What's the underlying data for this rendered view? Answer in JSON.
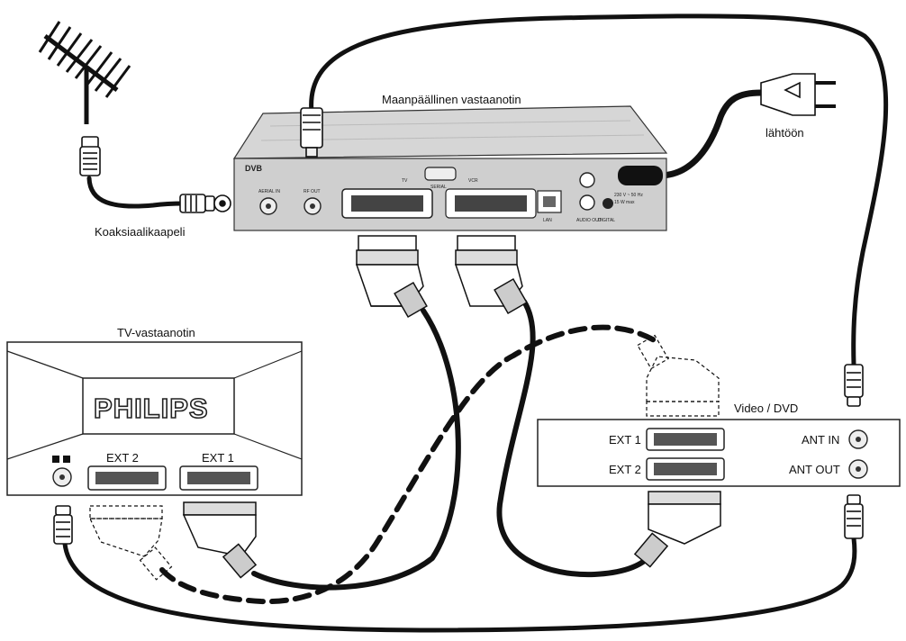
{
  "labels": {
    "receiver_title": "Maanpäällinen vastaanotin",
    "tv_title": "TV-vastaanotin",
    "video_title": "Video / DVD",
    "coax_cable": "Koaksiaalikaapeli",
    "power_outlet": "lähtöön",
    "tv_brand": "PHILIPS",
    "tv_ext1": "EXT 1",
    "tv_ext2": "EXT 2",
    "vcr_ext1": "EXT 1",
    "vcr_ext2": "EXT 2",
    "vcr_ant_in": "ANT IN",
    "vcr_ant_out": "ANT OUT"
  },
  "receiver_panel": {
    "aerial_in": "AERIAL IN",
    "rf_out": "RF OUT",
    "tv": "TV",
    "serial": "SERIAL",
    "vcr": "VCR",
    "lan": "LAN",
    "audio_out": "AUDIO OUT",
    "digital": "DIGITAL",
    "power_spec_1": "230 V ~ 50 Hz",
    "power_spec_2": "15 W max"
  },
  "colors": {
    "line": "#111111",
    "device_grey": "#d9d9d9",
    "panel_grey": "#cfcfcf"
  }
}
